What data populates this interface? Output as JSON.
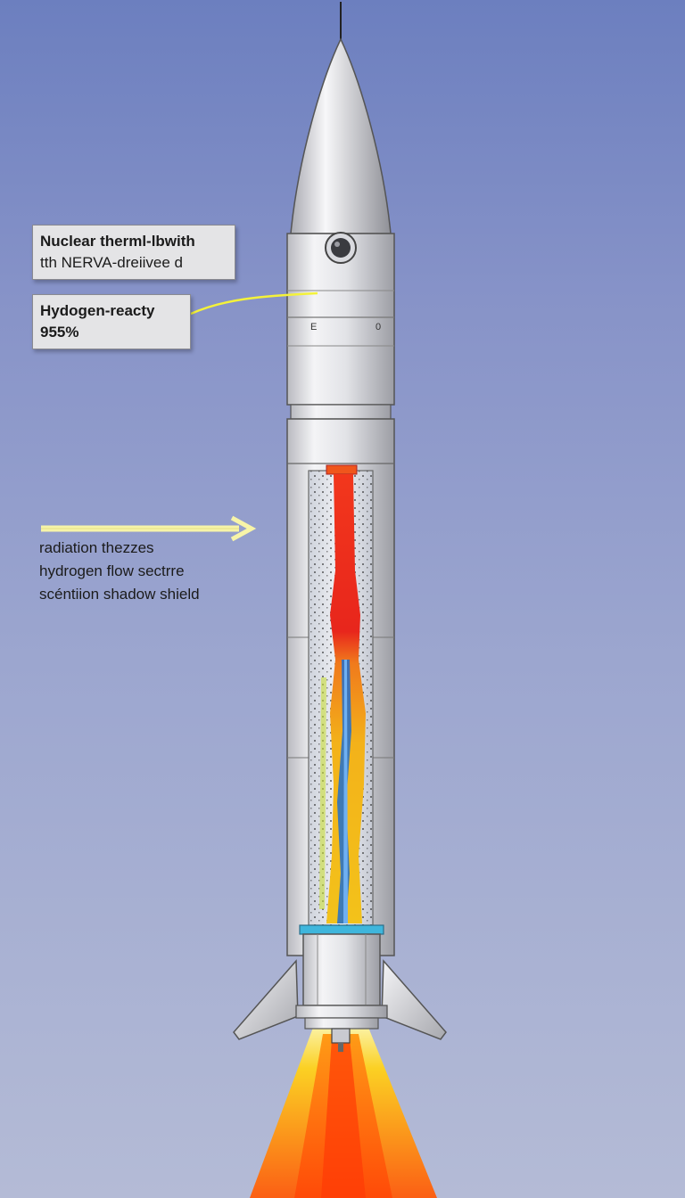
{
  "callouts": {
    "reactor_label_line1": "Nuclear therml-lbwith",
    "reactor_label_line2": "tth  NERVA-dreiivee  d",
    "hydrogen_label_line1": "Hydogen-reacty",
    "hydrogen_label_line2": "955%"
  },
  "side_annotation": {
    "line1": "radiation thezzes",
    "line2": "hydrogen flow sectrre",
    "line3": "scéntiion shadow shield"
  },
  "nose_markers": {
    "left": "E",
    "right": "0"
  },
  "colors": {
    "background_top": "#6c7fbf",
    "background_bottom": "#b4bbd6",
    "hull": "#e6e6ea",
    "core_hot": "#e8261c",
    "core_mid": "#f3b21a",
    "core_cool": "#1f6fd0",
    "exhaust": "#ffcc1a",
    "leader_line": "#f4f23a"
  }
}
